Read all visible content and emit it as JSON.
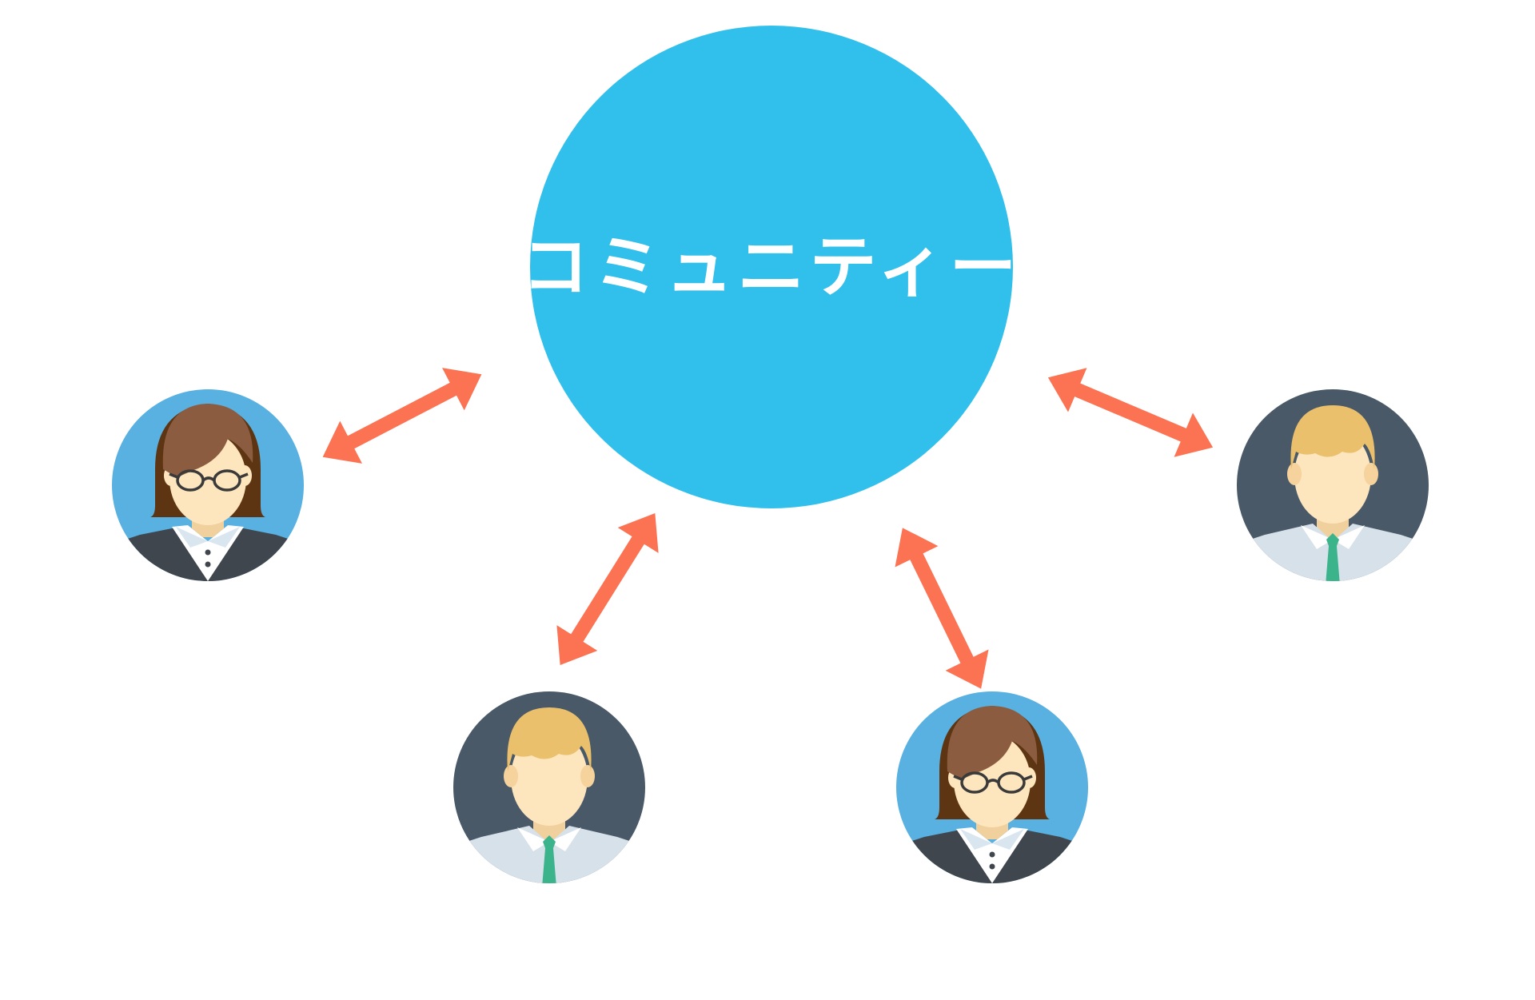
{
  "hub": {
    "label": "コミュニティー",
    "color": "#31bfeb",
    "text_color": "#ffffff"
  },
  "arrow_color": "#fb7352",
  "members": [
    {
      "name": "woman-with-glasses",
      "bg_color": "#58b1e0",
      "hair_color": "#8b5c40",
      "suit_color": "#40464e"
    },
    {
      "name": "man-with-tie",
      "bg_color": "#4a5968",
      "hair_color": "#ebc06d",
      "suit_color": "#d6e1ea"
    },
    {
      "name": "man-with-tie",
      "bg_color": "#4a5968",
      "hair_color": "#ebc06d",
      "suit_color": "#d6e1ea"
    },
    {
      "name": "woman-with-glasses",
      "bg_color": "#58b1e0",
      "hair_color": "#8b5c40",
      "suit_color": "#40464e"
    }
  ],
  "skin_color": "#fde5bd",
  "tie_color": "#3bb48b"
}
